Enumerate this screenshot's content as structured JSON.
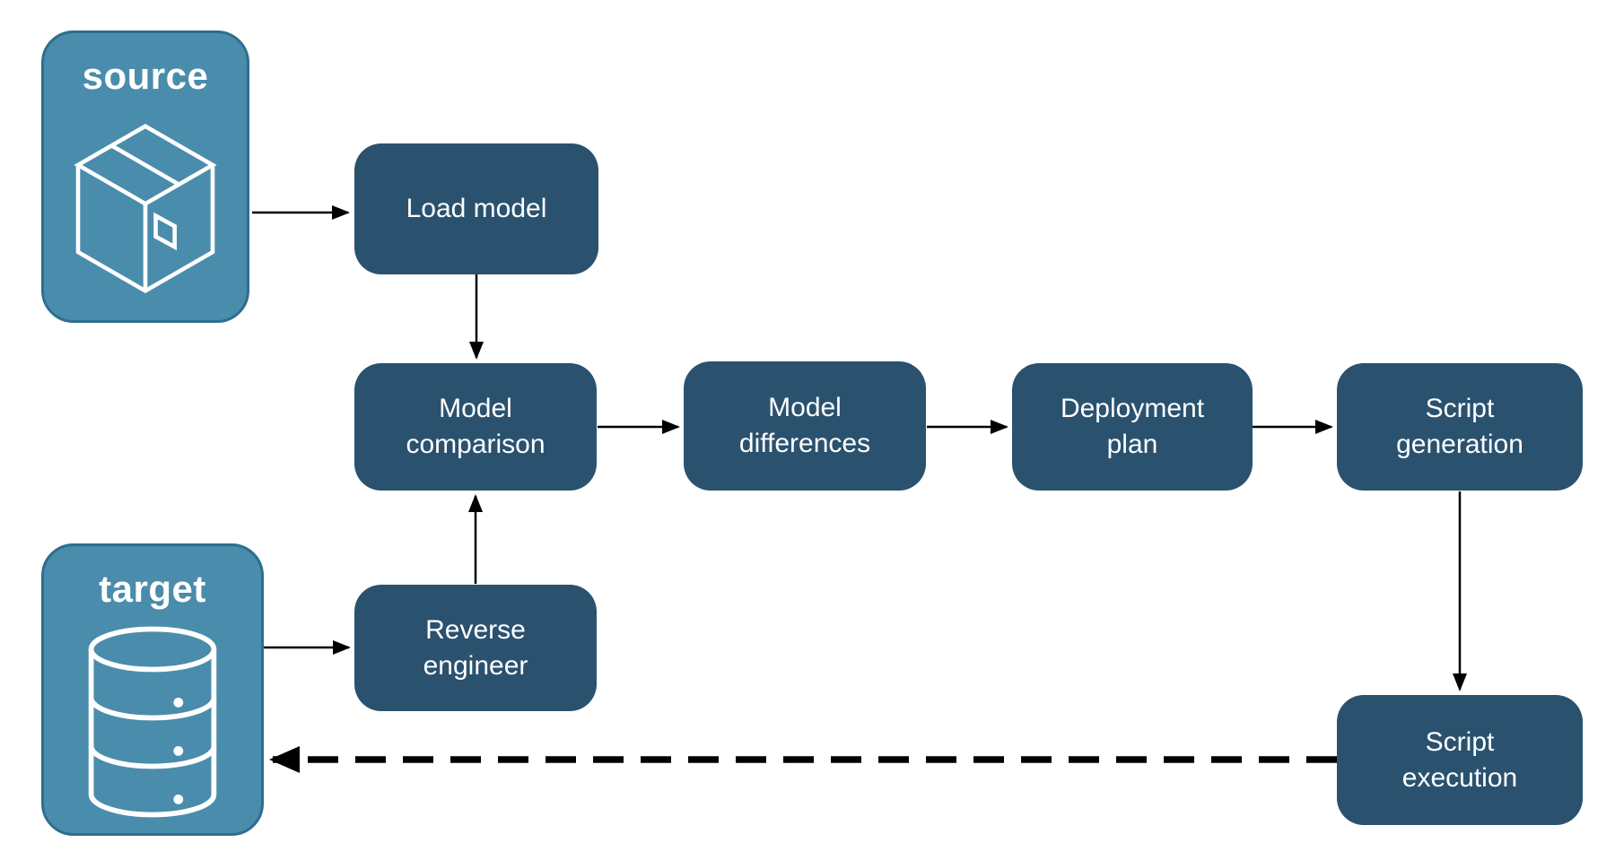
{
  "diagram": {
    "terminals": [
      {
        "id": "source",
        "label": "source",
        "icon": "package-icon"
      },
      {
        "id": "target",
        "label": "target",
        "icon": "database-icon"
      }
    ],
    "nodes": [
      {
        "id": "load-model",
        "label": "Load model"
      },
      {
        "id": "model-comparison",
        "label": "Model\ncomparison"
      },
      {
        "id": "model-differences",
        "label": "Model\ndifferences"
      },
      {
        "id": "deployment-plan",
        "label": "Deployment\nplan"
      },
      {
        "id": "script-generation",
        "label": "Script\ngeneration"
      },
      {
        "id": "reverse-engineer",
        "label": "Reverse\nengineer"
      },
      {
        "id": "script-execution",
        "label": "Script\nexecution"
      }
    ],
    "edges": [
      {
        "from": "source",
        "to": "load-model",
        "style": "solid"
      },
      {
        "from": "load-model",
        "to": "model-comparison",
        "style": "solid"
      },
      {
        "from": "model-comparison",
        "to": "model-differences",
        "style": "solid"
      },
      {
        "from": "model-differences",
        "to": "deployment-plan",
        "style": "solid"
      },
      {
        "from": "deployment-plan",
        "to": "script-generation",
        "style": "solid"
      },
      {
        "from": "script-generation",
        "to": "script-execution",
        "style": "solid"
      },
      {
        "from": "target",
        "to": "reverse-engineer",
        "style": "solid"
      },
      {
        "from": "reverse-engineer",
        "to": "model-comparison",
        "style": "solid"
      },
      {
        "from": "script-execution",
        "to": "target",
        "style": "dashed"
      }
    ],
    "colors": {
      "terminal_fill": "#4A8CAC",
      "terminal_border": "#2E6E8E",
      "node_fill": "#2A526F",
      "text": "#FFFFFF",
      "arrow": "#000000",
      "background": "#FFFFFF"
    }
  }
}
